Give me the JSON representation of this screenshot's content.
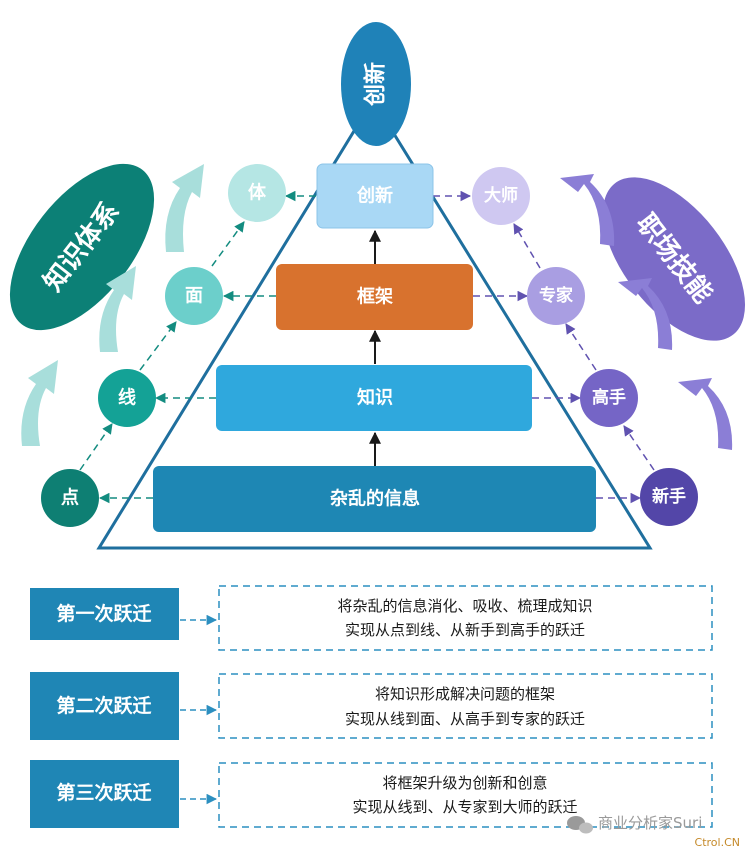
{
  "pyramid": {
    "apex": "创新",
    "layers": [
      "创新",
      "框架",
      "知识",
      "杂乱的信息"
    ]
  },
  "left": {
    "title": "知识体系",
    "nodes": [
      "点",
      "线",
      "面",
      "体"
    ]
  },
  "right": {
    "title": "职场技能",
    "nodes": [
      "新手",
      "高手",
      "专家",
      "大师"
    ]
  },
  "steps": [
    {
      "label": "第一次跃迁",
      "line1": "将杂乱的信息消化、吸收、梳理成知识",
      "line2": "实现从点到线、从新手到高手的跃迁"
    },
    {
      "label": "第二次跃迁",
      "line1": "将知识形成解决问题的框架",
      "line2": "实现从线到面、从高手到专家的跃迁"
    },
    {
      "label": "第三次跃迁",
      "line1": "将框架升级为创新和创意",
      "line2": "实现从线到、从专家到大师的跃迁"
    }
  ],
  "watermark": {
    "account": "商业分析家Suri",
    "site": "Ctrol.CN"
  },
  "colors": {
    "teal_dark": "#0e8a7e",
    "teal_mid": "#17a69a",
    "teal_light": "#8fd8d4",
    "purple_dark": "#5b4ab0",
    "purple_mid": "#7f6fcc",
    "purple_light": "#c5bdee",
    "layer_top": "#a9d8f5",
    "layer_2": "#d8722e",
    "layer_3": "#2fa8dd",
    "layer_4": "#1e87b4",
    "apex": "#1f82b8",
    "step_box": "#1f86b5"
  }
}
